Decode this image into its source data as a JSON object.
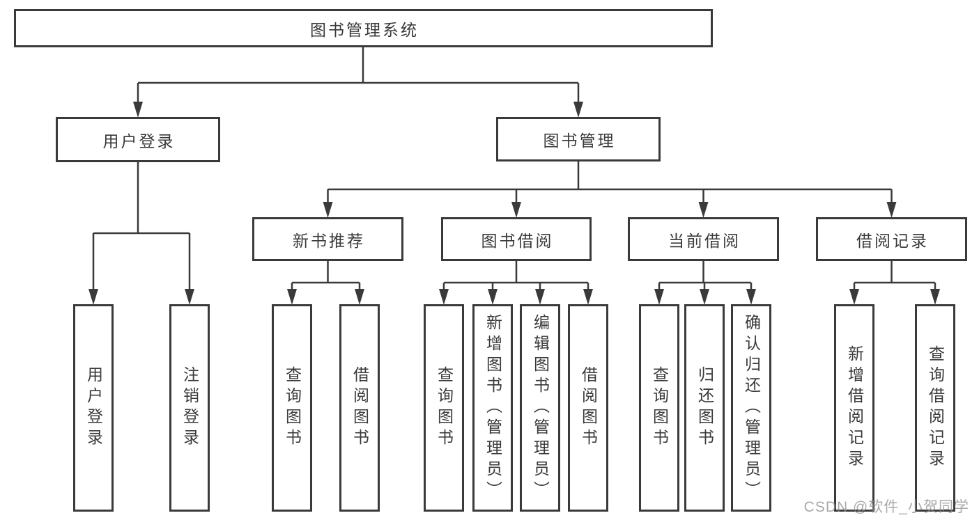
{
  "diagram_title": "图书管理系统",
  "tree": {
    "root": {
      "label": "图书管理系统"
    },
    "children": [
      {
        "label": "用户登录",
        "children": [
          {
            "label": "用户登录"
          },
          {
            "label": "注销登录"
          }
        ]
      },
      {
        "label": "图书管理",
        "children": [
          {
            "label": "新书推荐",
            "children": [
              {
                "label": "查询图书"
              },
              {
                "label": "借阅图书"
              }
            ]
          },
          {
            "label": "图书借阅",
            "children": [
              {
                "label": "查询图书"
              },
              {
                "label": "新增图书（管理员）"
              },
              {
                "label": "编辑图书（管理员）"
              },
              {
                "label": "借阅图书"
              }
            ]
          },
          {
            "label": "当前借阅",
            "children": [
              {
                "label": "查询图书"
              },
              {
                "label": "归还图书"
              },
              {
                "label": "确认归还（管理员）"
              }
            ]
          },
          {
            "label": "借阅记录",
            "children": [
              {
                "label": "新增借阅记录"
              },
              {
                "label": "查询借阅记录"
              }
            ]
          }
        ]
      }
    ]
  },
  "watermark": {
    "text": "CSDN @软件_小贺同学"
  },
  "colors": {
    "line": "#3a3a3a",
    "text": "#3a3a3a",
    "background": "#ffffff",
    "watermark_gray": "#8c8c8c"
  }
}
